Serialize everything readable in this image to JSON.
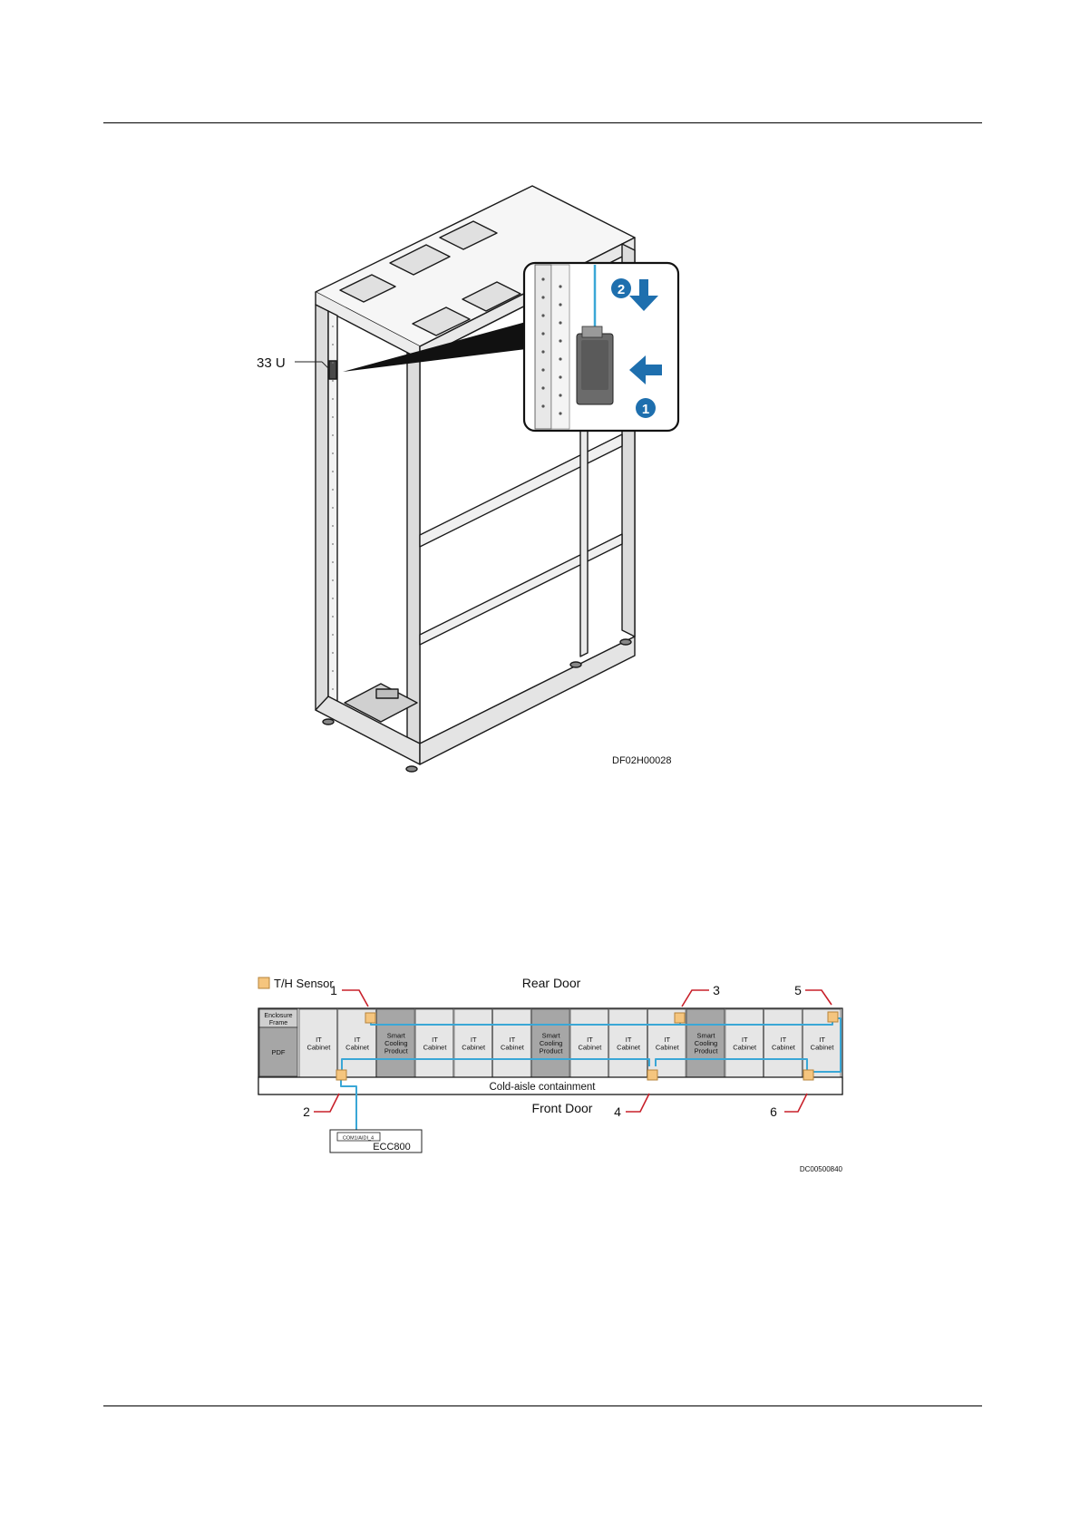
{
  "figure1": {
    "position_label": "33 U",
    "step1": "1",
    "step2": "2",
    "figure_id": "DF02H00028"
  },
  "figure2": {
    "legend_label": "T/H Sensor",
    "rear_door": "Rear Door",
    "front_door": "Front Door",
    "cold_aisle": "Cold-aisle containment",
    "enclosure_frame": [
      "Enclosure",
      "Frame"
    ],
    "pdf_label": "PDF",
    "cabinets": [
      {
        "lines": [
          "IT",
          "Cabinet"
        ],
        "type": "it"
      },
      {
        "lines": [
          "IT",
          "Cabinet"
        ],
        "type": "it"
      },
      {
        "lines": [
          "Smart",
          "Cooling",
          "Product"
        ],
        "type": "cooling"
      },
      {
        "lines": [
          "IT",
          "Cabinet"
        ],
        "type": "it"
      },
      {
        "lines": [
          "IT",
          "Cabinet"
        ],
        "type": "it"
      },
      {
        "lines": [
          "IT",
          "Cabinet"
        ],
        "type": "it"
      },
      {
        "lines": [
          "Smart",
          "Cooling",
          "Product"
        ],
        "type": "cooling"
      },
      {
        "lines": [
          "IT",
          "Cabinet"
        ],
        "type": "it"
      },
      {
        "lines": [
          "IT",
          "Cabinet"
        ],
        "type": "it"
      },
      {
        "lines": [
          "IT",
          "Cabinet"
        ],
        "type": "it"
      },
      {
        "lines": [
          "Smart",
          "Cooling",
          "Product"
        ],
        "type": "cooling"
      },
      {
        "lines": [
          "IT",
          "Cabinet"
        ],
        "type": "it"
      },
      {
        "lines": [
          "IT",
          "Cabinet"
        ],
        "type": "it"
      },
      {
        "lines": [
          "IT",
          "Cabinet"
        ],
        "type": "it"
      }
    ],
    "sensor_numbers": [
      "1",
      "2",
      "3",
      "4",
      "5",
      "6"
    ],
    "port_label": "COM1/AIDI_4",
    "controller_label": "ECC800",
    "figure_id": "DC00500840"
  },
  "colors": {
    "sensor": "#f5c57e",
    "cable": "#3aa7d6",
    "leader": "#c8202a",
    "arrow": "#1e6fae",
    "it_cabinet": "#e6e6e6",
    "cooling": "#a6a6a6"
  }
}
